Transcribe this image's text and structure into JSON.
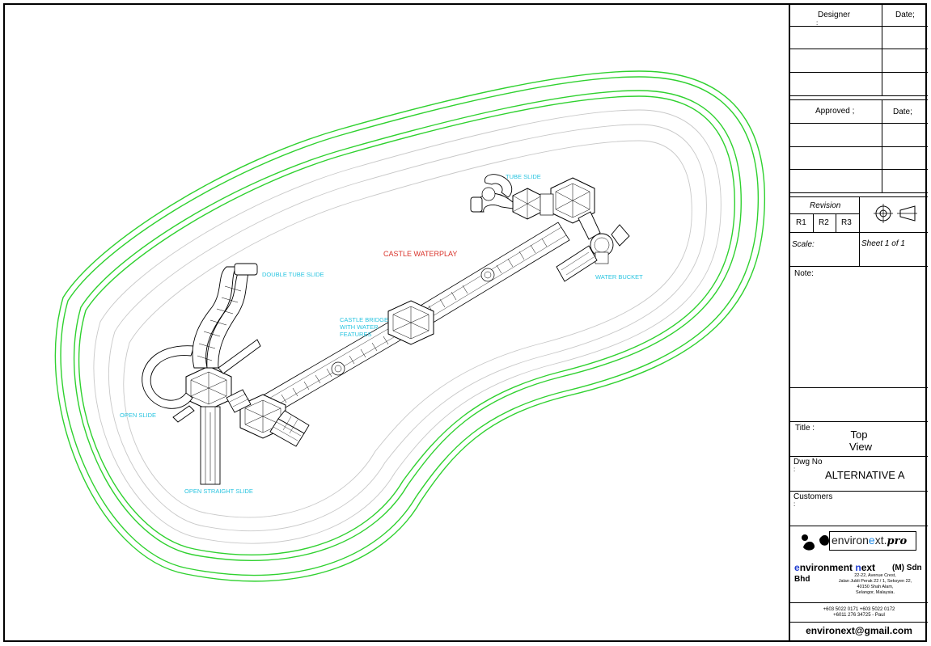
{
  "drawing": {
    "labels": {
      "castle_waterplay": "CASTLE WATERPLAY",
      "tube_slide": "TUBE SLIDE",
      "double_tube_slide": "DOUBLE TUBE SLIDE",
      "castle_bridge_1": "CASTLE BRIDGE",
      "castle_bridge_2": "WITH WATER",
      "castle_bridge_3": "FEATURES",
      "water_bucket": "WATER BUCKET",
      "open_slide": "OPEN SLIDE",
      "open_straight_slide": "OPEN STRAIGHT SLIDE"
    },
    "colors": {
      "pool_outline": "#2fd12f",
      "label_cyan": "#29c4e0",
      "label_red": "#d9342b"
    }
  },
  "title_block": {
    "designer": "Designer",
    "designer_colon": ":",
    "date1": "Date;",
    "approved": "Approved ;",
    "date2": "Date;",
    "revision": "Revision",
    "revisions": [
      "R1",
      "R2",
      "R3"
    ],
    "projection_icon": "third-angle-projection-icon",
    "scale": "Scale:",
    "sheet": "Sheet 1 of 1",
    "note": "Note:",
    "title_label": "Title :",
    "title_line1": "Top",
    "title_line2": "View",
    "dwg_label": "Dwg No",
    "dwg_colon": ":",
    "dwg_value": "ALTERNATIVE A",
    "customers_label": "Customers",
    "customers_colon": ":",
    "logo_text_1": "environ",
    "logo_text_2": "e",
    "logo_text_3": "xt.",
    "logo_text_4": "pro",
    "company_e": "e",
    "company_rest1": "nvironment ",
    "company_n": "n",
    "company_rest2": "ext",
    "company_suffix": "(M) Sdn",
    "company_bhd": "Bhd",
    "address": [
      "22-22, Avenue Crest,",
      "Jalan Jubli Perak 22 / 1, Seksyen 22,",
      "40150 Shah Alam,",
      "Selangor, Malaysia."
    ],
    "phone1": "+603 5022 0171  +603 5022 0172",
    "phone2": "+6011 276 34725 - Paul",
    "email": "environext@gmail.com"
  }
}
